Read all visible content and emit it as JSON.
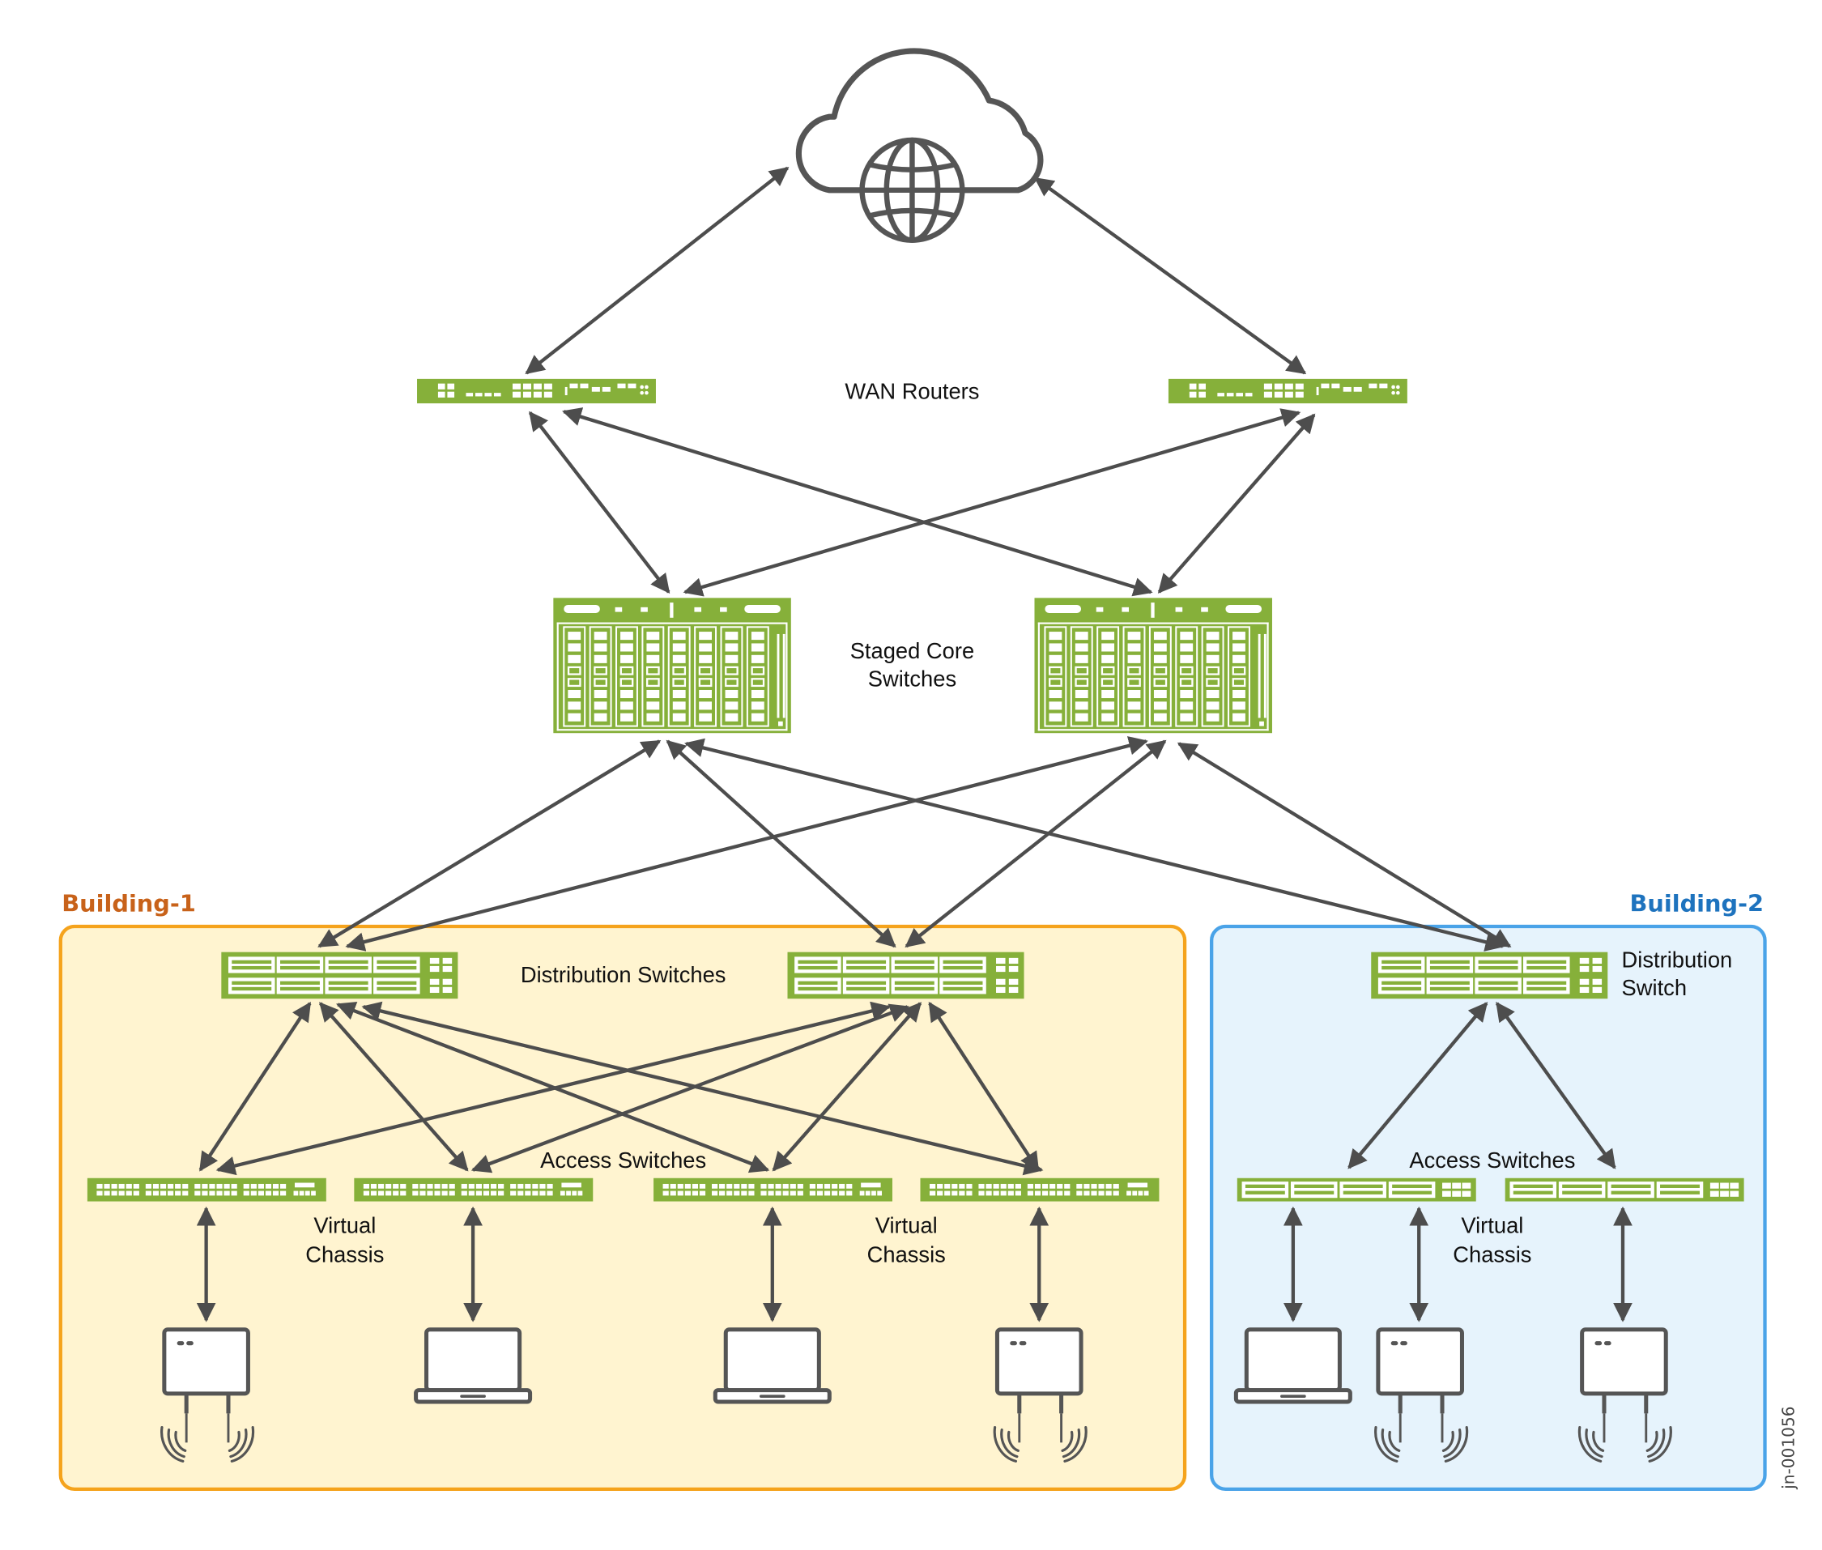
{
  "colors": {
    "device_green": "#86b03a",
    "link_gray": "#4d4d4d",
    "icon_gray": "#555555",
    "building1_fill": "#fff4d0",
    "building1_border": "#f5a31c",
    "building1_label": "#c8621a",
    "building2_fill": "#e6f3fc",
    "building2_border": "#4aa3e8",
    "building2_label": "#1e73be"
  },
  "labels": {
    "wan_routers": "WAN Routers",
    "core_line1": "Staged Core",
    "core_line2": "Switches",
    "building1": "Building-1",
    "building2": "Building-2",
    "b1_distribution": "Distribution Switches",
    "b1_access": "Access Switches",
    "b1_vc_left_line1": "Virtual",
    "b1_vc_left_line2": "Chassis",
    "b1_vc_right_line1": "Virtual",
    "b1_vc_right_line2": "Chassis",
    "b2_distribution_line1": "Distribution",
    "b2_distribution_line2": "Switch",
    "b2_access": "Access Switches",
    "b2_vc_line1": "Virtual",
    "b2_vc_line2": "Chassis",
    "figure_id": "jn-001056"
  },
  "nodes": {
    "internet": {
      "type": "cloud-globe",
      "name": "Internet"
    },
    "wan_routers": [
      {
        "id": "wan-router-1"
      },
      {
        "id": "wan-router-2"
      }
    ],
    "core_switches": [
      {
        "id": "core-switch-1"
      },
      {
        "id": "core-switch-2"
      }
    ],
    "building1": {
      "distribution_switches": [
        {
          "id": "b1-dist-1"
        },
        {
          "id": "b1-dist-2"
        }
      ],
      "access_switches": [
        {
          "id": "b1-access-1"
        },
        {
          "id": "b1-access-2"
        },
        {
          "id": "b1-access-3"
        },
        {
          "id": "b1-access-4"
        }
      ],
      "endpoints": [
        {
          "id": "b1-ap-1",
          "type": "access-point"
        },
        {
          "id": "b1-laptop-1",
          "type": "laptop"
        },
        {
          "id": "b1-laptop-2",
          "type": "laptop"
        },
        {
          "id": "b1-ap-2",
          "type": "access-point"
        }
      ]
    },
    "building2": {
      "distribution_switches": [
        {
          "id": "b2-dist-1"
        }
      ],
      "access_switches": [
        {
          "id": "b2-access-1"
        },
        {
          "id": "b2-access-2"
        }
      ],
      "endpoints": [
        {
          "id": "b2-laptop-1",
          "type": "laptop"
        },
        {
          "id": "b2-ap-1",
          "type": "access-point"
        },
        {
          "id": "b2-ap-2",
          "type": "access-point"
        }
      ]
    }
  },
  "links": [
    [
      "internet",
      "wan-router-1"
    ],
    [
      "internet",
      "wan-router-2"
    ],
    [
      "wan-router-1",
      "core-switch-1"
    ],
    [
      "wan-router-1",
      "core-switch-2"
    ],
    [
      "wan-router-2",
      "core-switch-1"
    ],
    [
      "wan-router-2",
      "core-switch-2"
    ],
    [
      "core-switch-1",
      "b1-dist-1"
    ],
    [
      "core-switch-1",
      "b1-dist-2"
    ],
    [
      "core-switch-1",
      "b2-dist-1"
    ],
    [
      "core-switch-2",
      "b1-dist-1"
    ],
    [
      "core-switch-2",
      "b1-dist-2"
    ],
    [
      "core-switch-2",
      "b2-dist-1"
    ],
    [
      "b1-dist-1",
      "b1-access-1"
    ],
    [
      "b1-dist-1",
      "b1-access-2"
    ],
    [
      "b1-dist-1",
      "b1-access-3"
    ],
    [
      "b1-dist-1",
      "b1-access-4"
    ],
    [
      "b1-dist-2",
      "b1-access-1"
    ],
    [
      "b1-dist-2",
      "b1-access-2"
    ],
    [
      "b1-dist-2",
      "b1-access-3"
    ],
    [
      "b1-dist-2",
      "b1-access-4"
    ],
    [
      "b2-dist-1",
      "b2-access-1"
    ],
    [
      "b2-dist-1",
      "b2-access-2"
    ],
    [
      "b1-access-1",
      "b1-ap-1"
    ],
    [
      "b1-access-2",
      "b1-laptop-1"
    ],
    [
      "b1-access-3",
      "b1-laptop-2"
    ],
    [
      "b1-access-4",
      "b1-ap-2"
    ],
    [
      "b2-access-1",
      "b2-laptop-1"
    ],
    [
      "b2-access-1",
      "b2-ap-1"
    ],
    [
      "b2-access-2",
      "b2-ap-2"
    ]
  ]
}
